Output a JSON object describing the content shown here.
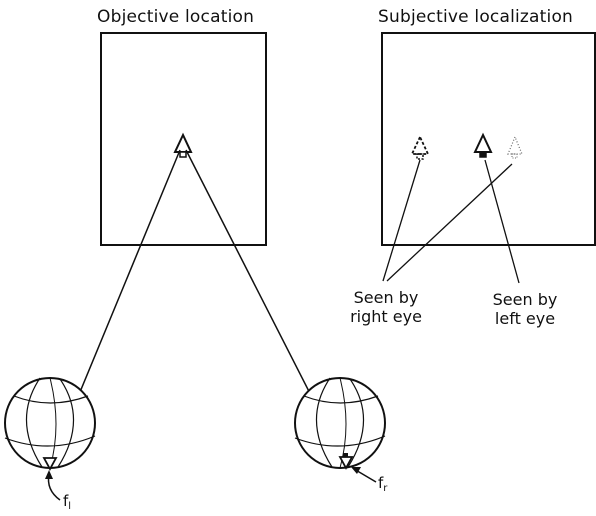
{
  "panels": {
    "objective_title": "Objective location",
    "subjective_title": "Subjective localization"
  },
  "callouts": {
    "right_eye_line1": "Seen by",
    "right_eye_line2": "right eye",
    "left_eye_line1": "Seen by",
    "left_eye_line2": "left eye"
  },
  "fovea_labels": {
    "left_main": "f",
    "left_sub": "l",
    "right_main": "f",
    "right_sub": "r"
  }
}
